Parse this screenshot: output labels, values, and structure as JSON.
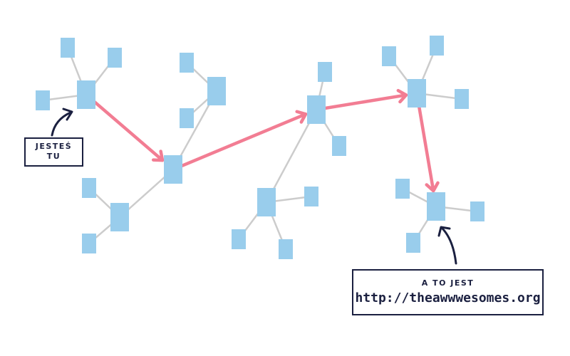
{
  "colors": {
    "node": "#99cdec",
    "edge": "#cccccc",
    "path": "#f27d93",
    "ink": "#1b2040"
  },
  "icons": [
    "curved-arrow-icon"
  ],
  "label_here": {
    "line1": "JESTEŚ",
    "line2": "TU"
  },
  "label_target": {
    "line1": "A TO JEST",
    "line2": "http://theawwwesomes.org"
  }
}
